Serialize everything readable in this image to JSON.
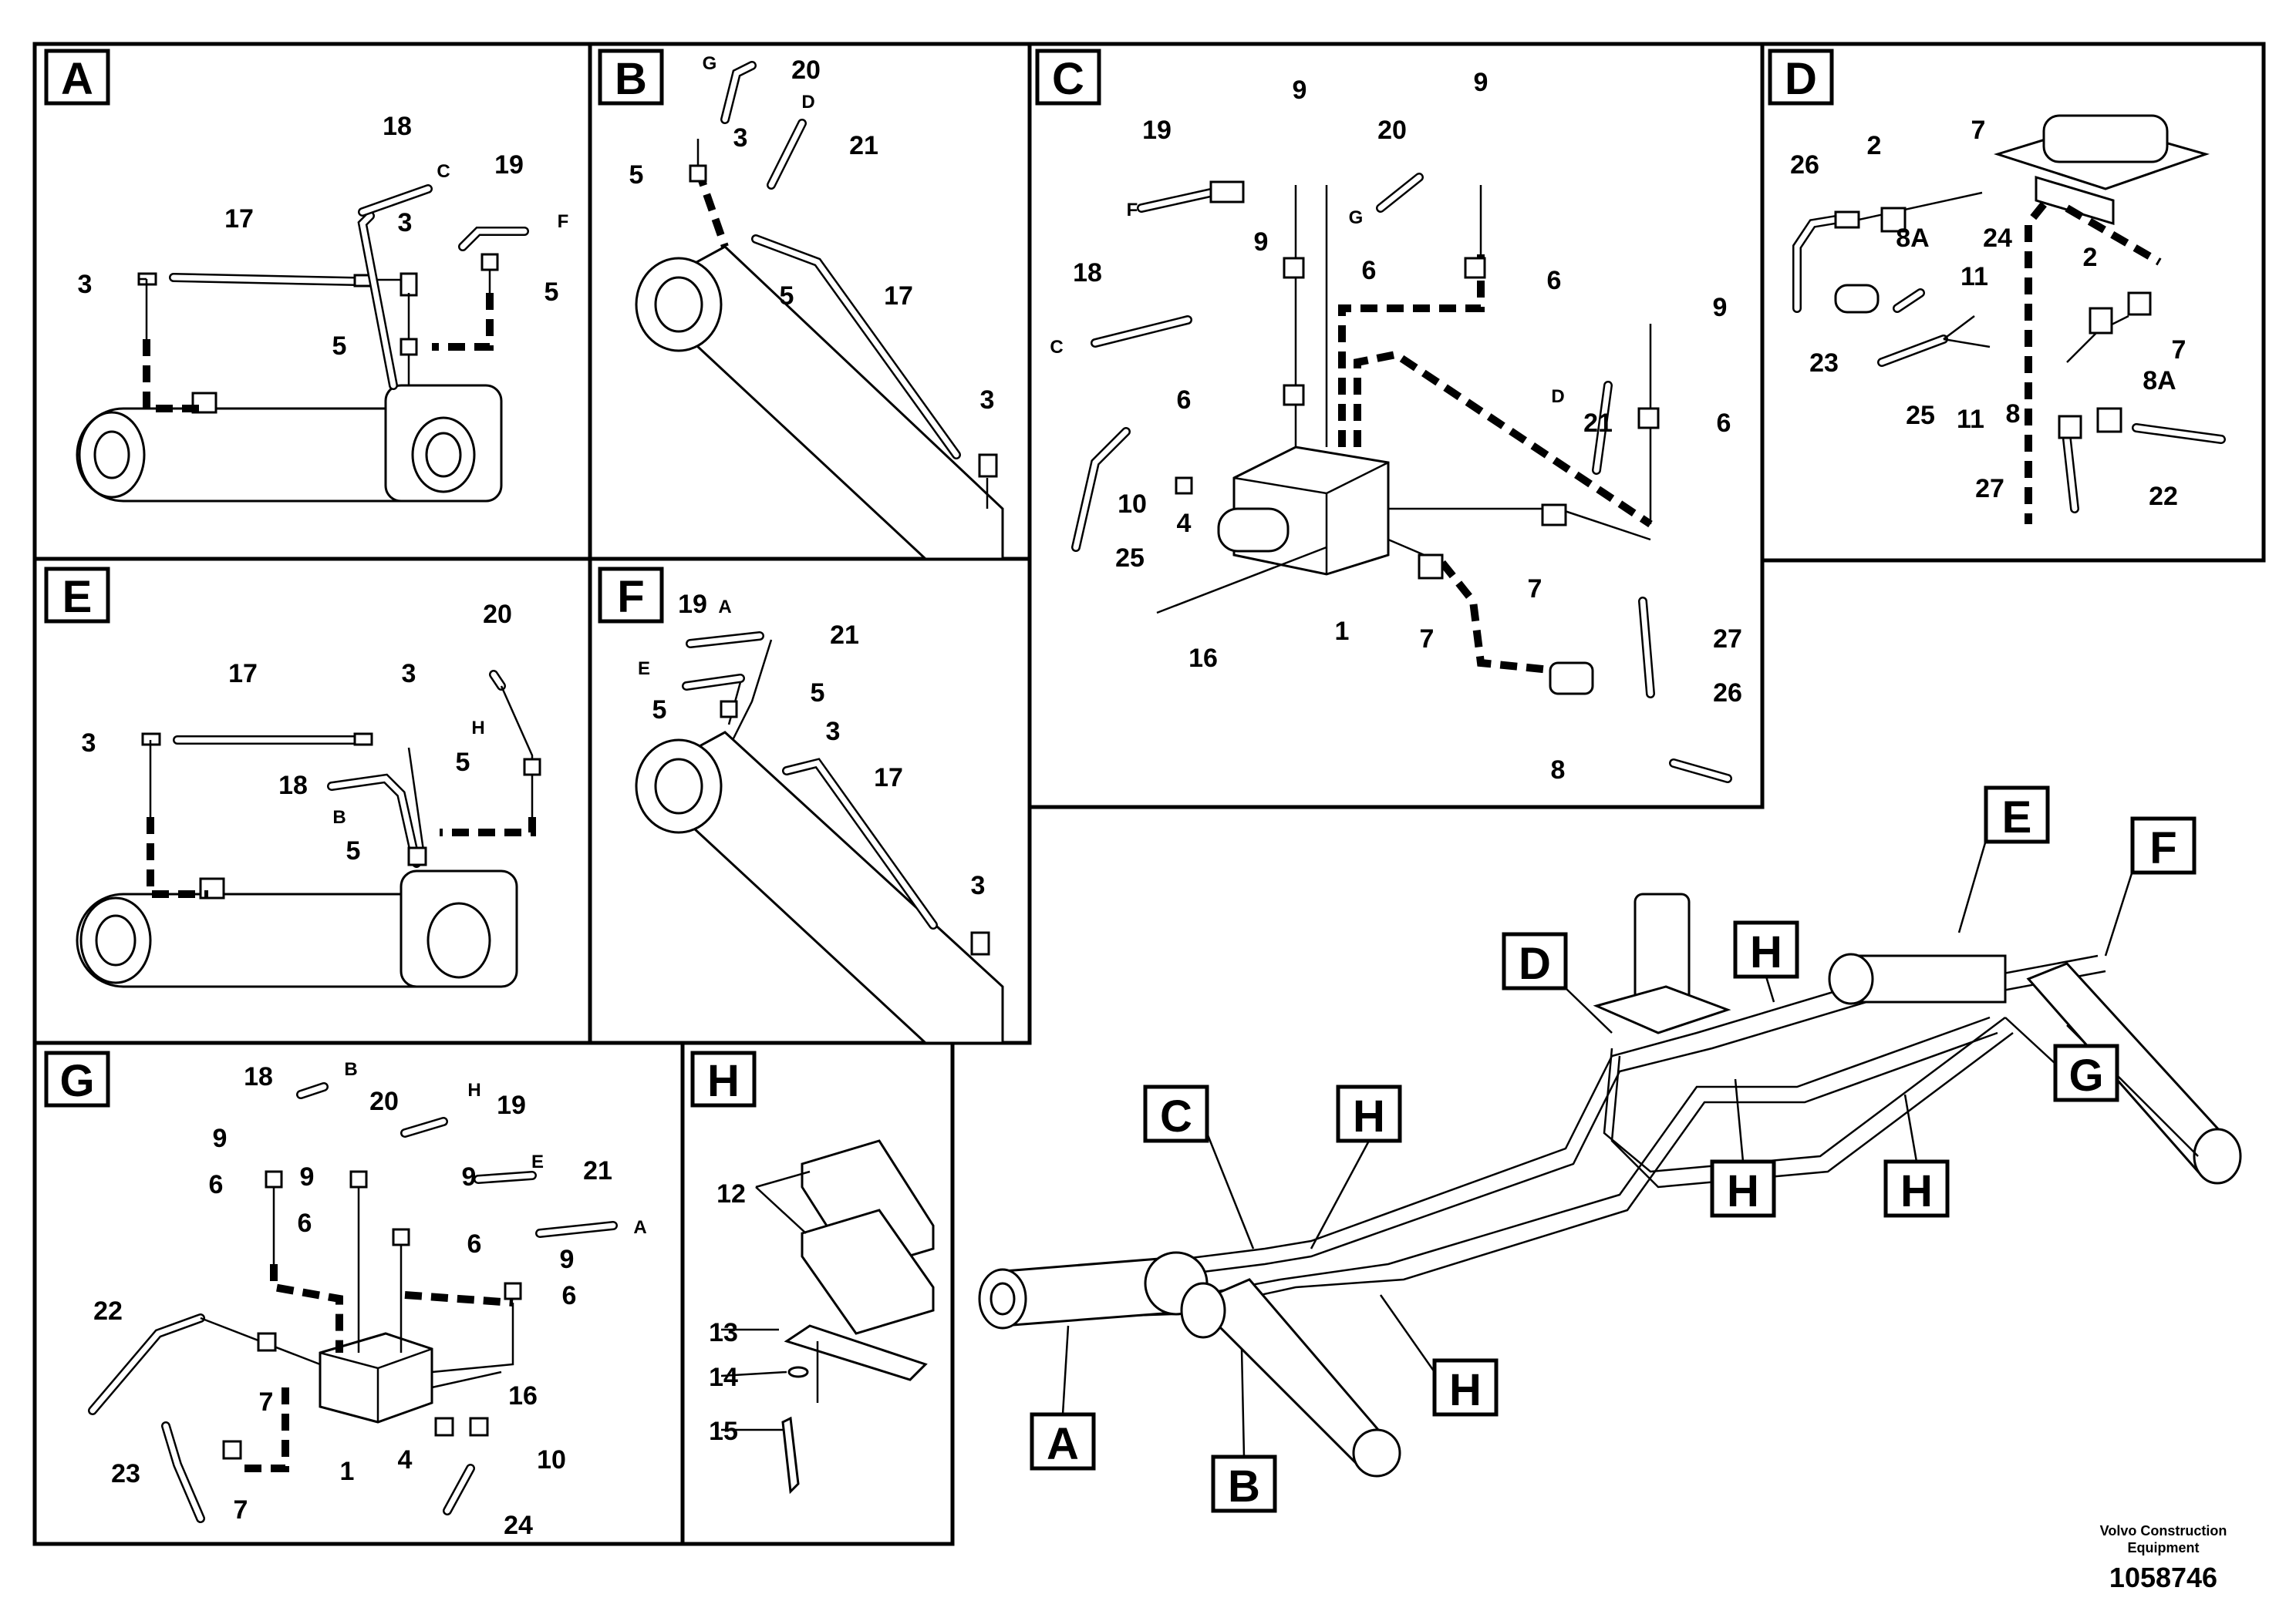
{
  "panels": {
    "A": {
      "letter": "A",
      "labels": [
        "18",
        "C",
        "19",
        "F",
        "17",
        "3",
        "3",
        "5",
        "5"
      ]
    },
    "B": {
      "letter": "B",
      "labels": [
        "G",
        "20",
        "D",
        "3",
        "21",
        "5",
        "5",
        "17",
        "3"
      ]
    },
    "C": {
      "letter": "C",
      "labels": [
        "9",
        "9",
        "19",
        "20",
        "F",
        "G",
        "9",
        "6",
        "6",
        "18",
        "9",
        "C",
        "6",
        "D",
        "21",
        "6",
        "10",
        "4",
        "25",
        "16",
        "1",
        "7",
        "7",
        "27",
        "26",
        "8"
      ]
    },
    "D": {
      "letter": "D",
      "labels": [
        "26",
        "2",
        "7",
        "8A",
        "24",
        "11",
        "2",
        "23",
        "7",
        "25",
        "11",
        "8",
        "8A",
        "27",
        "22"
      ]
    },
    "E": {
      "letter": "E",
      "labels": [
        "20",
        "17",
        "3",
        "3",
        "H",
        "5",
        "18",
        "B",
        "5"
      ]
    },
    "F": {
      "letter": "F",
      "labels": [
        "19",
        "A",
        "21",
        "E",
        "5",
        "5",
        "3",
        "17",
        "3"
      ]
    },
    "G": {
      "letter": "G",
      "labels": [
        "18",
        "B",
        "20",
        "H",
        "19",
        "9",
        "E",
        "21",
        "6",
        "9",
        "9",
        "A",
        "6",
        "6",
        "9",
        "6",
        "22",
        "16",
        "7",
        "1",
        "4",
        "10",
        "23",
        "7",
        "24"
      ]
    },
    "H": {
      "letter": "H",
      "labels": [
        "12",
        "13",
        "14",
        "15"
      ]
    }
  },
  "overview_callouts": [
    "E",
    "F",
    "D",
    "H",
    "G",
    "H",
    "H",
    "C",
    "H",
    "H",
    "A",
    "B"
  ],
  "footer": {
    "brand_line1": "Volvo Construction",
    "brand_line2": "Equipment",
    "doc_number": "1058746"
  }
}
